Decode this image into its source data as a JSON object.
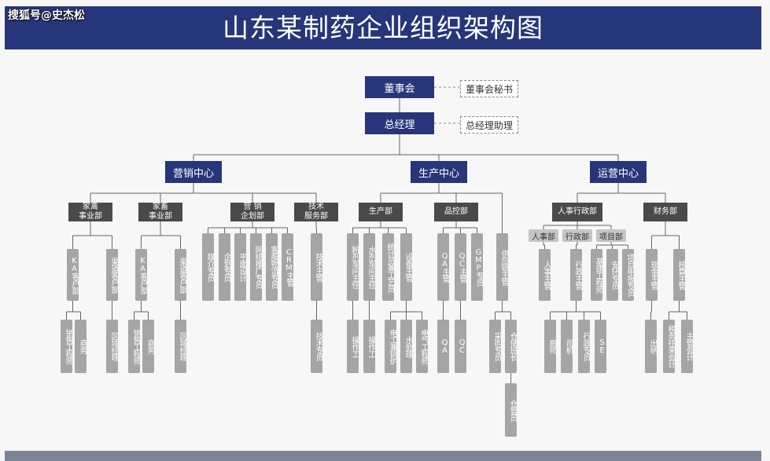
{
  "header": {
    "title": "山东某制药企业组织架构图",
    "watermark": "搜狐号@史杰松"
  },
  "nodes": {
    "board": "董事会",
    "board_secretary": "董事会秘书",
    "gm": "总经理",
    "gm_assistant": "总经理助理",
    "marketing_center": "营销中心",
    "production_center": "生产中心",
    "operation_center": "运营中心",
    "poultry_dept": "家禽\n事业部",
    "livestock_dept": "家畜\n事业部",
    "marketing_planning": "营 销\n企划部",
    "tech_service": "技术\n服务部",
    "production_dept": "生产部",
    "qc_dept": "品控部",
    "hr_admin": "人事行政部",
    "finance_dept": "财务部",
    "hr_dept": "人事部",
    "admin_dept": "行政部",
    "project_dept": "项目部",
    "ka1": "KA客户部",
    "channel1": "渠道客户部",
    "sales_eng1": "销售工程师",
    "business1": "商务",
    "regional1": "区域经理",
    "ka2": "KA客户部",
    "channel2": "渠道客户部",
    "sales_eng2": "销售工程师",
    "business2": "商务",
    "regional2": "区域经理",
    "media": "媒介专员",
    "planning": "企划专员",
    "graphic": "平面设计",
    "network": "网络推广专员",
    "merchandise": "客服物流专员",
    "crm": "CRM主管",
    "tech_lead": "技术主管",
    "tech_staff": "技术专员",
    "powder_ws": "粉剂车间主任",
    "water_ws": "水剂车间主任",
    "stat": "统计员兼工艺员",
    "equipment": "设备主管",
    "operator1": "操作工",
    "operator2": "操作工",
    "electric_boiler": "电工兼锅炉",
    "water_treat": "水处理",
    "elec_eng": "电气工程师",
    "qa_lead": "QA主管",
    "qc_lead": "QC主管",
    "gmp": "GMP专员",
    "qa": "QA",
    "qc": "QC",
    "supply": "供应链主管",
    "purchase": "采购专员",
    "storage": "仓储班长",
    "warehouse": "仓管员",
    "hr_lead": "人事主管",
    "admin_lead": "行政主管",
    "infra": "基建工程师",
    "safety": "安环专员",
    "project_apply": "项目申报专员",
    "chef": "厨师",
    "driver": "司机",
    "admin_staff": "行政专员",
    "se": "SE",
    "cash_lead": "现金主管",
    "audit_lead": "核算主管",
    "cashier": "出纳",
    "tax": "税务往来会计",
    "chief_acct": "主管会计"
  },
  "colors": {
    "navy": "#27367a",
    "dark": "#4a4a4a",
    "grey": "#a5a5a5",
    "line": "#555555"
  }
}
